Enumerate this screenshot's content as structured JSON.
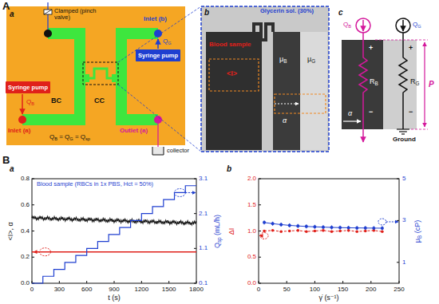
{
  "diagram": {
    "nodes": [
      {
        "text": [
          "Syringe pump"
        ]
      },
      {
        "text": [
          "Syringe pump"
        ]
      }
    ],
    "labels": [
      "A",
      "a",
      "Clamped (pinch valve)",
      "Inlet (b)",
      "QG",
      "QB",
      "Inlet (a)",
      "BC",
      "CC",
      "Outlet (a)",
      "collector",
      "QB = QG = Qsp",
      "b",
      "Glycerin sol. (30%)",
      "Blood sample",
      "<I>",
      "μB",
      "μG",
      "α",
      "c",
      "QB",
      "QG",
      "+",
      "RB",
      "−",
      "+",
      "RG",
      "−",
      "P",
      "α",
      "Ground",
      "B",
      "a",
      "Blood sample (RBCs in 1x PBS, Hct = 50%)",
      "<I>, α",
      "0.0",
      "0.2",
      "0.4",
      "0.6",
      "0.8",
      "0",
      "300",
      "600",
      "900",
      "1200",
      "1500",
      "1800",
      "t (s)",
      "0.1",
      "1.1",
      "2.1",
      "3.1",
      "Qsp (mL/h)",
      "b",
      "ΔI",
      "0.0",
      "0.5",
      "1.0",
      "1.5",
      "2.0",
      "0",
      "50",
      "100",
      "150",
      "200",
      "250",
      "γ̇ (s⁻¹)",
      "1",
      "3",
      "5",
      "μB (cP)"
    ]
  }
}
